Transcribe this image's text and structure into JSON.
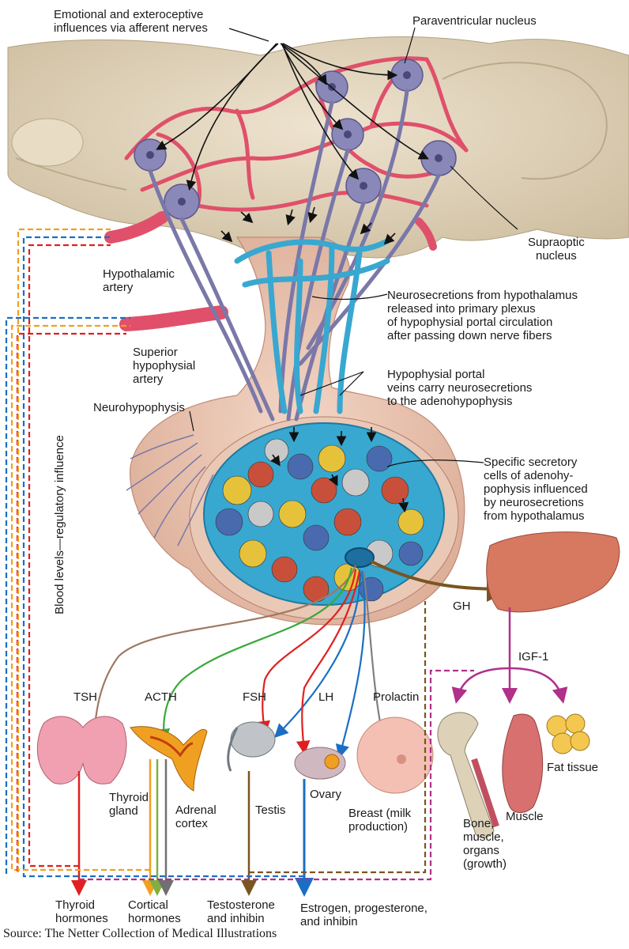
{
  "labels": {
    "emotional": [
      "Emotional and exteroceptive",
      "influences via afferent nerves"
    ],
    "paraventricular": "Paraventricular nucleus",
    "supraoptic": [
      "Supraoptic",
      "nucleus"
    ],
    "hypothalamic_artery": [
      "Hypothalamic",
      "artery"
    ],
    "superior_hypophysial_artery": [
      "Superior",
      "hypophysial",
      "artery"
    ],
    "neurosecretions": [
      "Neurosecretions from hypothalamus",
      "released into primary plexus",
      "of hypophysial portal circulation",
      "after passing down nerve fibers"
    ],
    "portal_veins": [
      "Hypophysial portal",
      "veins carry neurosecretions",
      "to the adenohypophysis"
    ],
    "neurohypophysis": "Neurohypophysis",
    "secretory_cells": [
      "Specific secretory",
      "cells of adenohy-",
      "pophysis influenced",
      "by neurosecretions",
      "from hypothalamus"
    ],
    "blood_levels": "Blood levels—regulatory influence",
    "gh": "GH",
    "igf1": "IGF-1",
    "tsh": "TSH",
    "acth": "ACTH",
    "fsh": "FSH",
    "lh": "LH",
    "prolactin": "Prolactin",
    "thyroid_gland": [
      "Thyroid",
      "gland"
    ],
    "adrenal_cortex": [
      "Adrenal",
      "cortex"
    ],
    "testis": "Testis",
    "ovary": "Ovary",
    "breast": [
      "Breast (milk",
      "production)"
    ],
    "bone": [
      "Bone,",
      "muscle,",
      "organs",
      "(growth)"
    ],
    "muscle": "Muscle",
    "fat_tissue": "Fat tissue",
    "thyroid_hormones": [
      "Thyroid",
      "hormones"
    ],
    "cortical_hormones": [
      "Cortical",
      "hormones"
    ],
    "testosterone": [
      "Testosterone",
      "and inhibin"
    ],
    "estrogen": [
      "Estrogen, progesterone,",
      "and inhibin"
    ]
  },
  "source": "Source: The Netter Collection of Medical Illustrations",
  "colors": {
    "tsh": "#a07860",
    "acth": "#3aa83a",
    "fsh": "#e02020",
    "lh": "#1a6fc4",
    "prolactin": "#808080",
    "gh": "#7a5520",
    "igf1": "#b0308a",
    "thyroid_out": "#e02020",
    "cortical_orange": "#f0a020",
    "cortical_green": "#80b040",
    "cortical_gray": "#707070",
    "testosterone": "#7a5520",
    "estrogen": "#1a6fc4",
    "vessel": "#38a8d0",
    "artery": "#e0506a",
    "neuron": "#8a88b8"
  }
}
